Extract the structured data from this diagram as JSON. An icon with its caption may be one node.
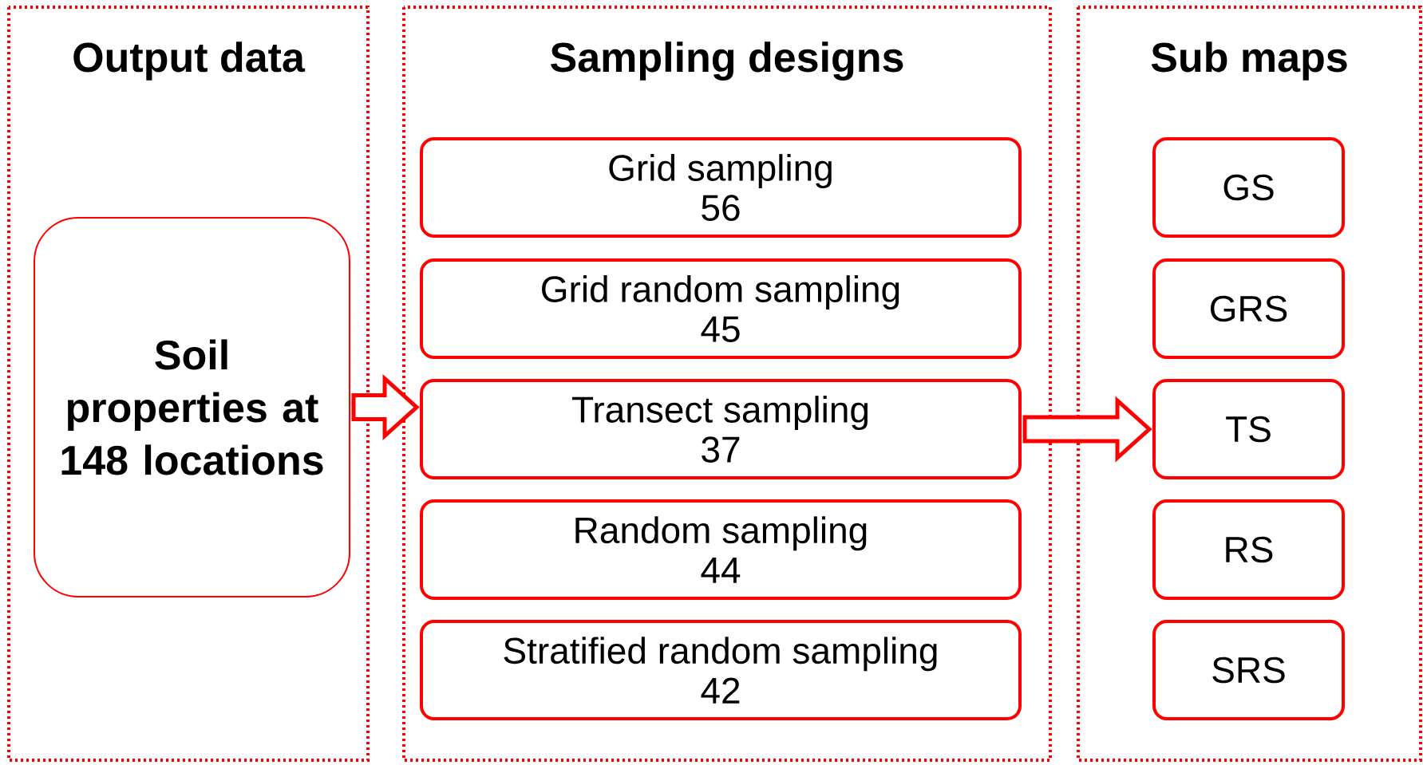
{
  "diagram": {
    "nodes": [
      {
        "text": [
          "Output data"
        ]
      },
      {
        "text": [
          "Soil properties at 148 locations"
        ],
        "in": 0
      },
      {
        "text": [
          "Sampling designs"
        ]
      },
      {
        "text": [
          "Grid sampling",
          "56"
        ],
        "in": 2
      },
      {
        "text": [
          "Grid random sampling",
          "45"
        ],
        "in": 2
      },
      {
        "text": [
          "Transect sampling",
          "37"
        ],
        "in": 2
      },
      {
        "text": [
          "Random sampling",
          "44"
        ],
        "in": 2
      },
      {
        "text": [
          "Stratified random sampling",
          "42"
        ],
        "in": 2
      },
      {
        "text": [
          "Sub maps"
        ]
      },
      {
        "text": [
          "GS"
        ],
        "in": 8
      },
      {
        "text": [
          "GRS"
        ],
        "in": 8
      },
      {
        "text": [
          "TS"
        ],
        "in": 8
      },
      {
        "text": [
          "RS"
        ],
        "in": 8
      },
      {
        "text": [
          "SRS"
        ],
        "in": 8
      }
    ],
    "edges": [
      {
        "from": 1,
        "to": 5,
        "arrow": "to"
      },
      {
        "from": 5,
        "to": 11,
        "arrow": "to"
      }
    ]
  }
}
